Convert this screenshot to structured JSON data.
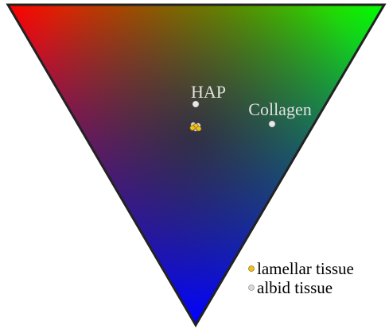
{
  "labels": {
    "hap": "HAP",
    "collagen": "Collagen"
  },
  "legend": {
    "lamellar": "lamellar tissue",
    "albid": "albid tissue"
  },
  "colors": {
    "corner_top_left": "#ff0000",
    "corner_top_right": "#00ff00",
    "corner_bottom": "#0000ff",
    "reference_point": "#e8e8e8",
    "lamellar_marker": "#f2c21b",
    "albid_marker": "#d9d9d9",
    "label_text": "#e0e0e0",
    "legend_text": "#000000"
  }
}
